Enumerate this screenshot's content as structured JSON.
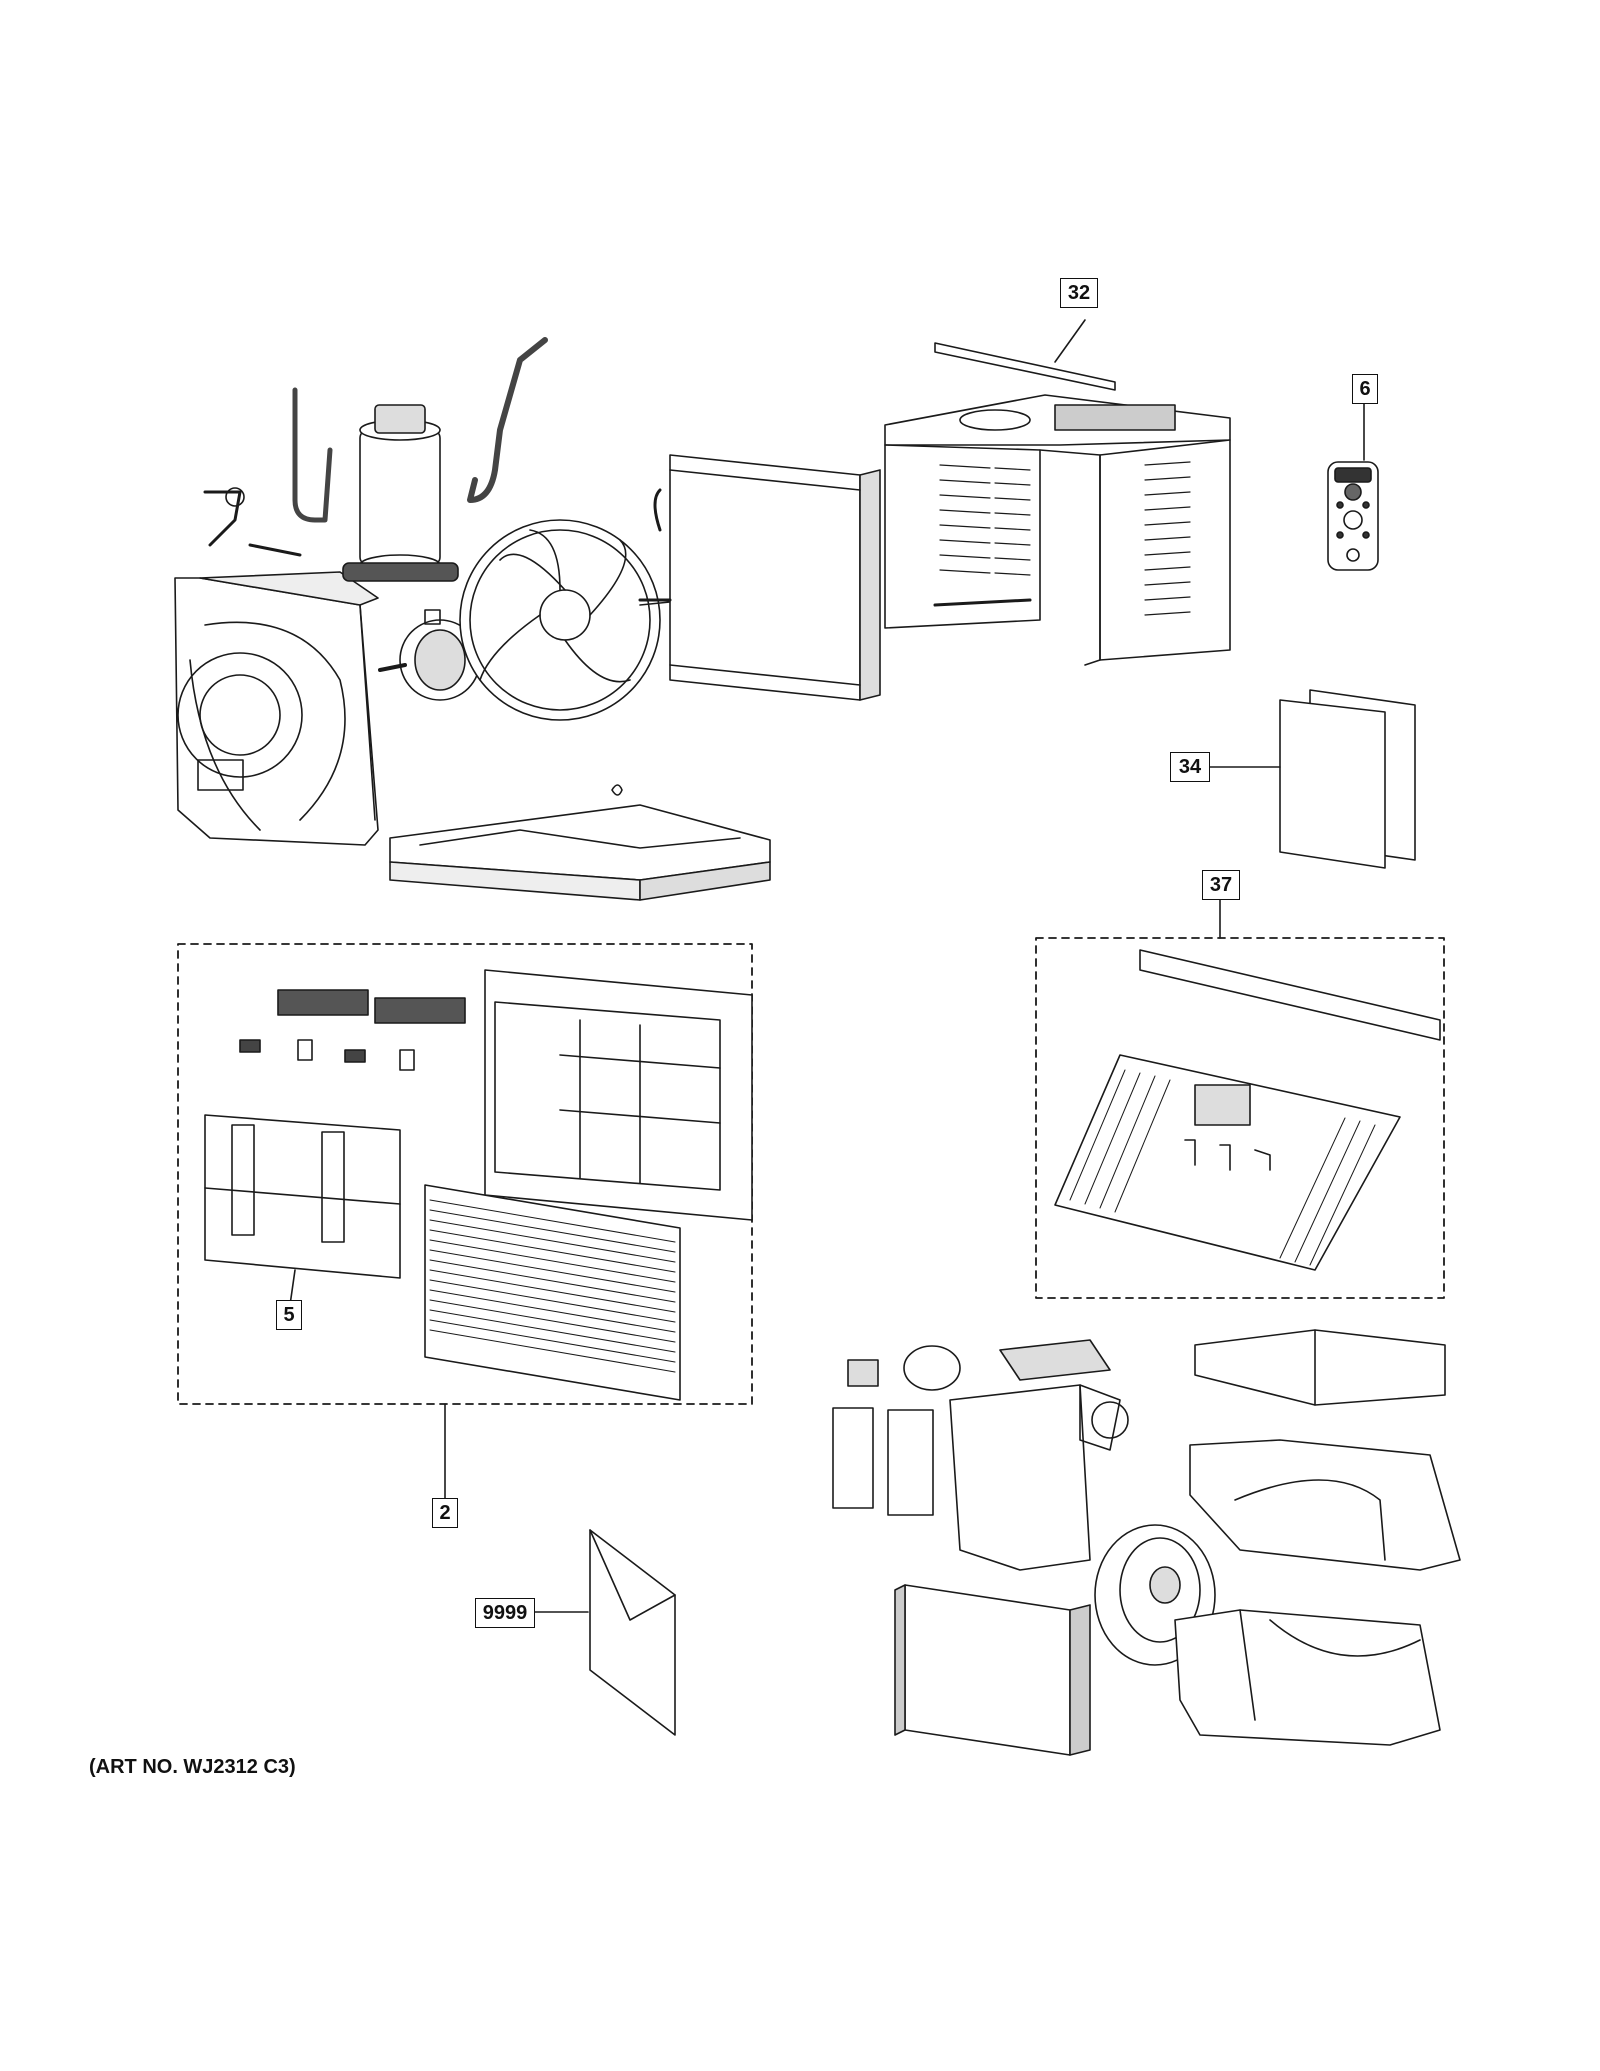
{
  "callouts": {
    "c32": "32",
    "c6": "6",
    "c34": "34",
    "c37": "37",
    "c5": "5",
    "c2": "2",
    "c9999": "9999"
  },
  "footer": {
    "art_no": "(ART NO. WJ2312 C3)"
  },
  "colors": {
    "line": "#1a1a1a",
    "fill": "#ffffff",
    "shade": "#d9d9d9"
  }
}
